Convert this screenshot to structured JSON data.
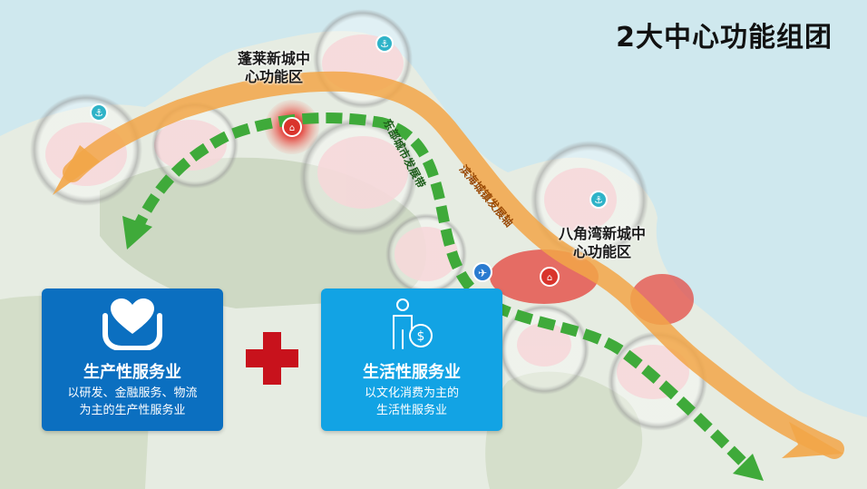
{
  "title": "2大中心功能组团",
  "labels": {
    "penglai_center": "蓬莱新城中心功能区",
    "penglai_line1": "蓬莱新城中",
    "penglai_line2": "心功能区",
    "bajiaowan_line1": "八角湾新城中",
    "bajiaowan_line2": "心功能区"
  },
  "roads": {
    "green_road": "东部城市发展带",
    "orange_road": "滨海城镇发展轴"
  },
  "cards": [
    {
      "icon": "heart-hands-icon",
      "title": "生产性服务业",
      "desc_line1": "以研发、金融服务、物流",
      "desc_line2": "为主的生产性服务业"
    },
    {
      "icon": "person-money-icon",
      "title": "生活性服务业",
      "desc_line1": "以文化消费为主的",
      "desc_line2": "生活性服务业"
    }
  ],
  "colors": {
    "sea": "#cfe8ee",
    "land": "#e6ece2",
    "mountain": "#c7d4bb",
    "urban_pink": "#f2c2c6",
    "orange_axis": "#f2a648",
    "green_axis": "#3faa3a",
    "card_blue": "#0b6fc0",
    "card_lightblue": "#12a3e4",
    "plus_red": "#c8121c"
  }
}
